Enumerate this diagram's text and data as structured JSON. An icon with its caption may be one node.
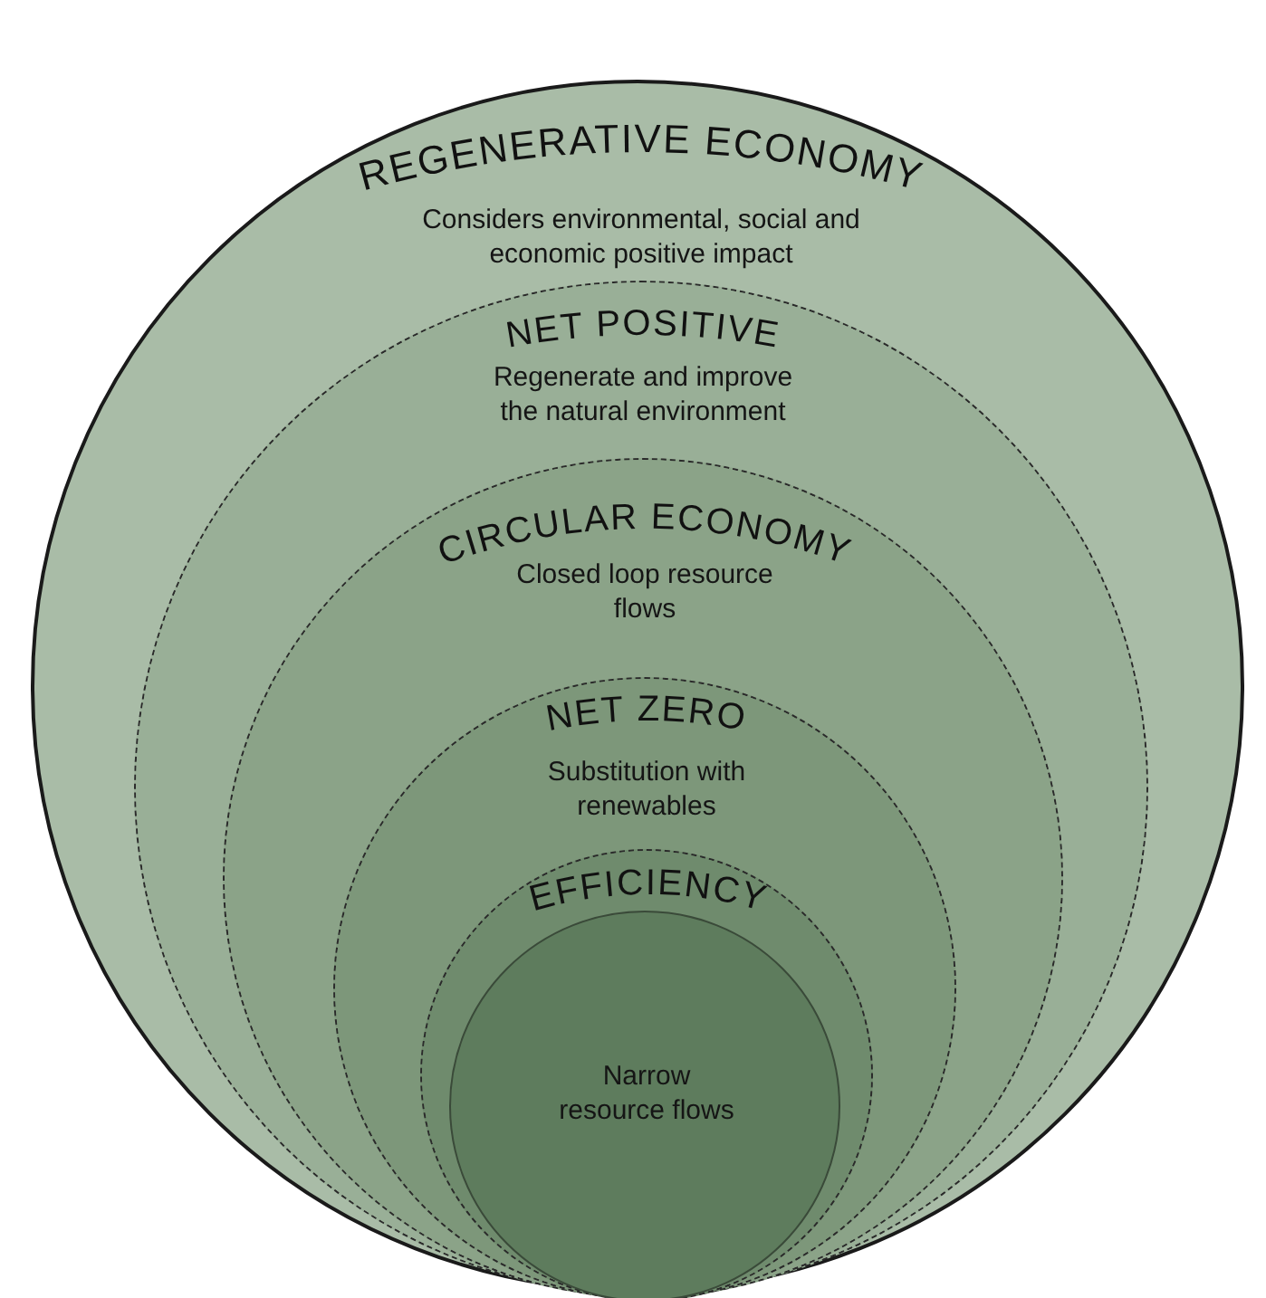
{
  "diagram": {
    "nodes": [
      {
        "text": [
          "REGENERATIVE ECONOMY",
          "Considers environmental, social and economic positive impact"
        ]
      },
      {
        "text": [
          "NET POSITIVE",
          "Regenerate and improve the natural environment"
        ],
        "in": 0
      },
      {
        "text": [
          "CIRCULAR ECONOMY",
          "Closed loop resource flows"
        ],
        "in": 1
      },
      {
        "text": [
          "NET ZERO",
          "Substitution with renewables"
        ],
        "in": 2
      },
      {
        "text": [
          "EFFICIENCY"
        ],
        "in": 3
      },
      {
        "text": [
          "Narrow resource flows"
        ],
        "in": 4
      }
    ]
  }
}
